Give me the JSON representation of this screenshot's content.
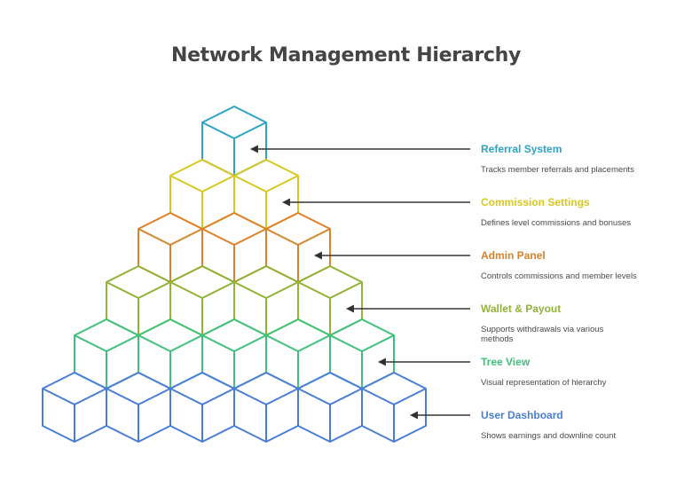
{
  "title": "Network Management Hierarchy",
  "levels": [
    {
      "title": "Referral System",
      "description": "Tracks member referrals and placements",
      "color": "#2ea3c6",
      "cubes": 1
    },
    {
      "title": "Commission Settings",
      "description": "Defines level commissions and bonuses",
      "color": "#d8c81f",
      "cubes": 2
    },
    {
      "title": "Admin Panel",
      "description": "Controls commissions and member levels",
      "color": "#d9822b",
      "cubes": 3
    },
    {
      "title": "Wallet & Payout",
      "description": "Supports withdrawals via various methods",
      "color": "#90b338",
      "cubes": 4
    },
    {
      "title": "Tree View",
      "description": "Visual representation of hierarchy",
      "color": "#3fc07b",
      "cubes": 5
    },
    {
      "title": "User Dashboard",
      "description": "Shows earnings and downline count",
      "color": "#4a7ed2",
      "cubes": 6
    }
  ],
  "arrow_color": "#333333"
}
